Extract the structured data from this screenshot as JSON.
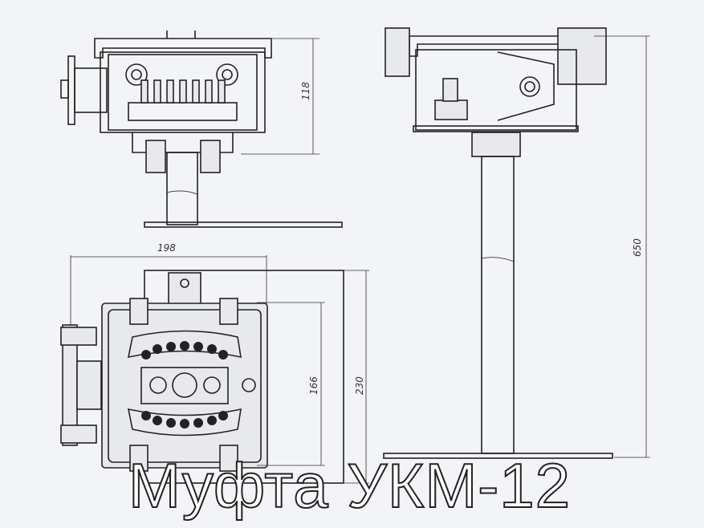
{
  "title": "Муфта УКМ-12",
  "dimensions": {
    "height_top": "118",
    "width_plan": "198",
    "inner_plan": "166",
    "outer_plan": "230",
    "total_height": "650"
  }
}
